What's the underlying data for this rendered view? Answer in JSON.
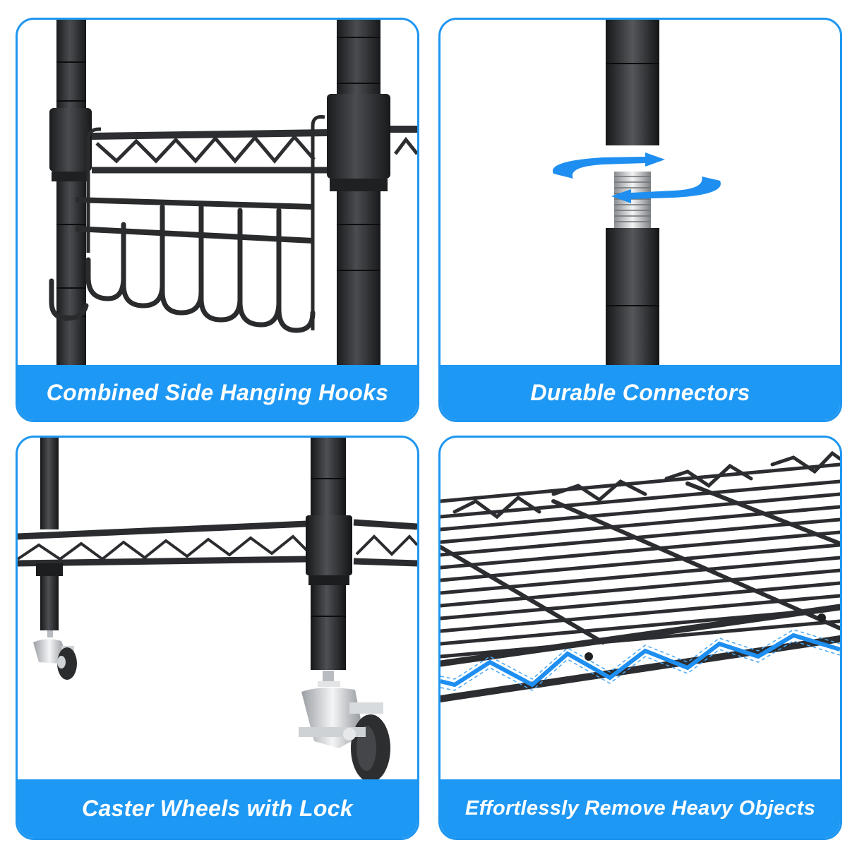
{
  "colors": {
    "accent_blue": "#1e98f5",
    "border_blue": "#1e96f0",
    "metal_black": "#2a2b2d",
    "chrome": "#c9ccd0",
    "background": "#ffffff"
  },
  "panels": [
    {
      "id": "hooks",
      "caption": "Combined Side Hanging Hooks",
      "illustration": "shelf-post-with-hanging-hooks"
    },
    {
      "id": "connectors",
      "caption": "Durable Connectors",
      "illustration": "threaded-post-connector-with-rotation-arrows"
    },
    {
      "id": "casters",
      "caption": "Caster Wheels with Lock",
      "illustration": "shelf-posts-with-locking-caster-wheels"
    },
    {
      "id": "shelf",
      "caption": "Effortlessly Remove Heavy Objects",
      "illustration": "wire-shelf-with-highlighted-zigzag-edge"
    }
  ]
}
